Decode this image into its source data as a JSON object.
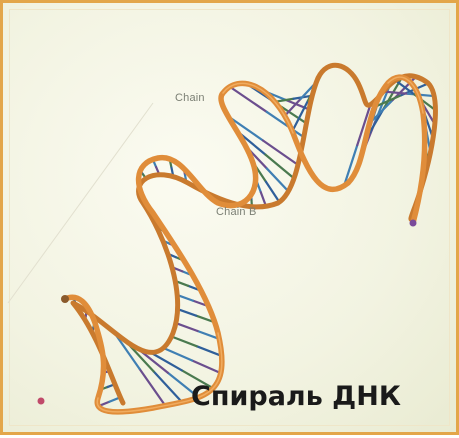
{
  "image": {
    "caption": "Спираль ДНК",
    "strand_labels": [
      "Chain",
      "Chain B"
    ],
    "colors": {
      "backbone": "#d98a36",
      "backbone_dark": "#b8651e",
      "bases": [
        "#2f5f9a",
        "#3f7fb3",
        "#4a7a4f",
        "#6b4e8e"
      ],
      "frame": "#e3a64a",
      "background": "#f4f5e6"
    }
  }
}
